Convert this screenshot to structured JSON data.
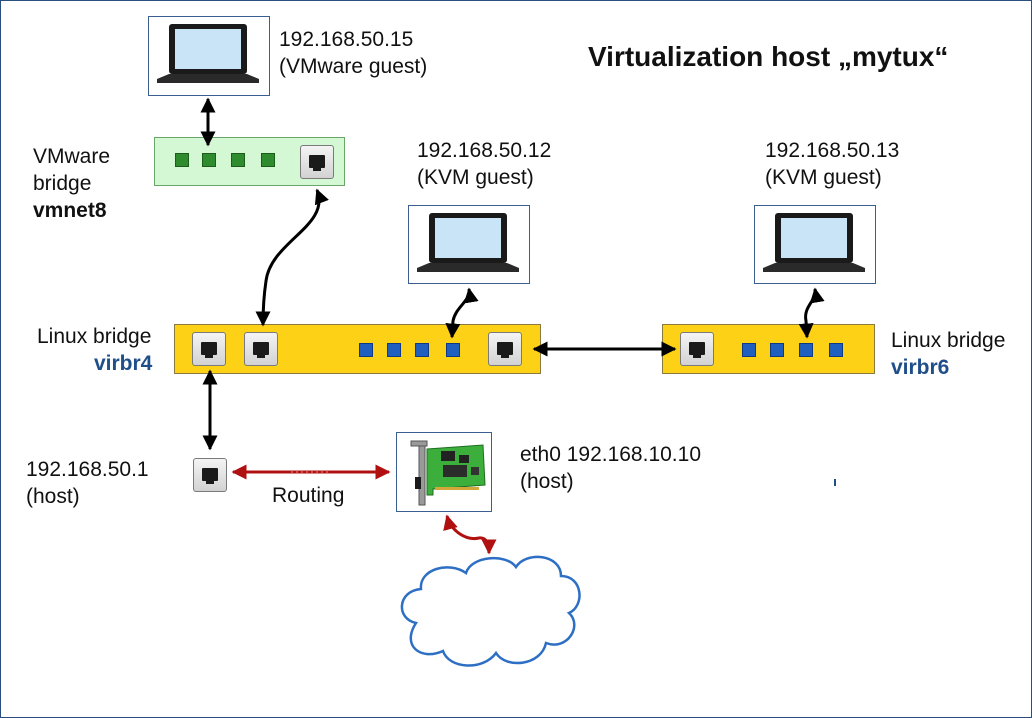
{
  "title": "Virtualization host „mytux“",
  "vmware_guest": {
    "ip": "192.168.50.15",
    "role": "(VMware guest)"
  },
  "kvm_guest_1": {
    "ip": "192.168.50.12",
    "role": "(KVM guest)"
  },
  "kvm_guest_2": {
    "ip": "192.168.50.13",
    "role": "(KVM guest)"
  },
  "vmware_bridge": {
    "line1": "VMware",
    "line2": "bridge",
    "name": "vmnet8"
  },
  "linux_bridge_4": {
    "label": "Linux bridge",
    "name": "virbr4"
  },
  "linux_bridge_6": {
    "label": "Linux bridge",
    "name": "virbr6"
  },
  "host_port": {
    "ip": "192.168.50.1",
    "role": "(host)"
  },
  "nic": {
    "label": "eth0 192.168.10.10",
    "role": "(host)"
  },
  "routing_label": "Routing",
  "icons": [
    "laptop-icon",
    "ethernet-port-icon",
    "network-card-icon",
    "cloud-icon"
  ],
  "colors": {
    "bridge_yellow": "#fcd116",
    "bridge_green": "#d4f7d4",
    "port_blue": "#1f5fbf",
    "port_green": "#2e8b2e",
    "routing_arrow": "#b01010",
    "bridge_name_blue": "#1f4e89"
  }
}
